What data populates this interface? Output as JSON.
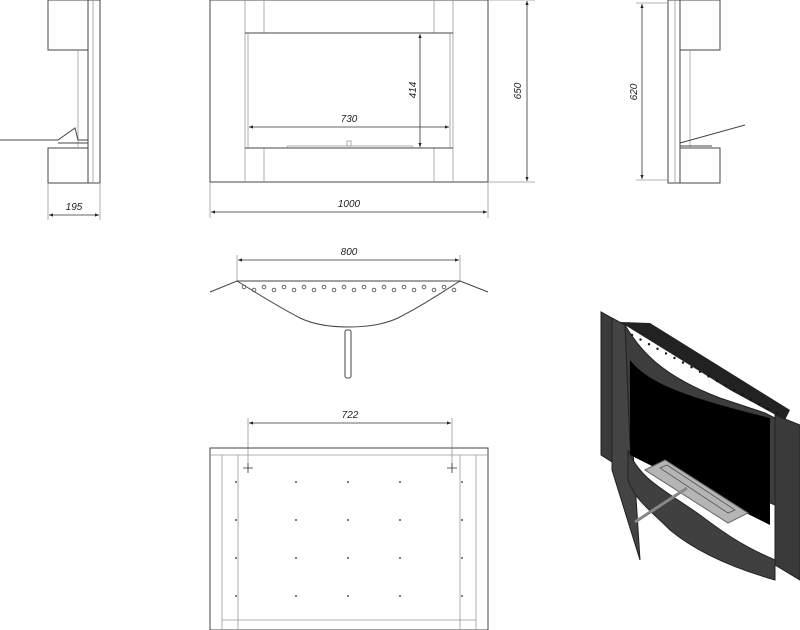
{
  "drawing": {
    "dimensions": {
      "side_depth": "195",
      "total_width": "1000",
      "opening_width": "730",
      "opening_height": "414",
      "total_height": "650",
      "side_height": "620",
      "top_width": "800",
      "mount_spacing": "722"
    },
    "colors": {
      "line": "#444444",
      "render_dark": "#2b2b2b",
      "render_black": "#000000",
      "burner": "#b5b5b5"
    }
  }
}
